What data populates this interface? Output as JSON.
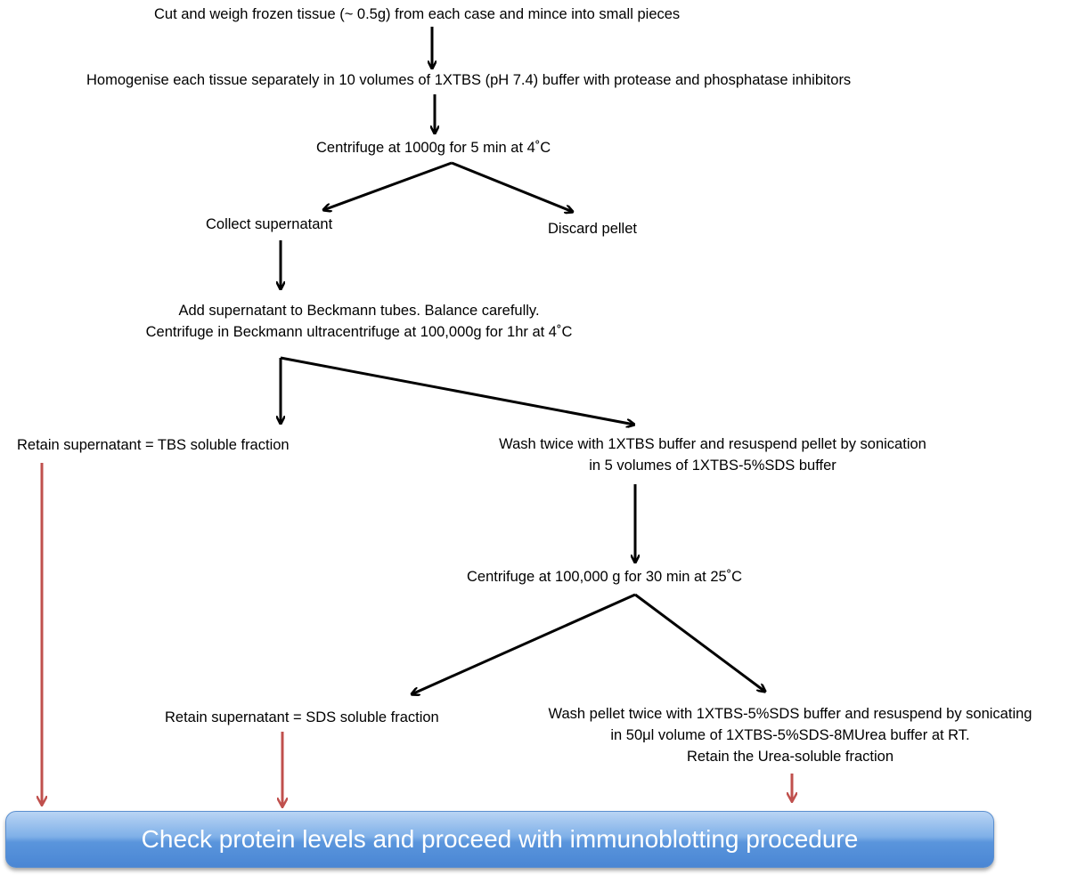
{
  "steps": {
    "cut": "Cut and weigh frozen tissue (~ 0.5g) from each case and mince into small pieces",
    "homogenise": "Homogenise each tissue separately in 10 volumes of 1XTBS (pH 7.4) buffer with protease and phosphatase inhibitors",
    "centrifuge1": "Centrifuge at 1000g for 5 min at 4˚C",
    "collect": "Collect supernatant",
    "discard": "Discard pellet",
    "beckmann": [
      "Add supernatant to Beckmann tubes. Balance carefully.",
      "Centrifuge in Beckmann ultracentrifuge at 100,000g for 1hr at 4˚C"
    ],
    "retain_tbs": "Retain supernatant = TBS soluble fraction",
    "wash1": [
      "Wash twice with 1XTBS buffer and resuspend pellet by sonication",
      "in 5 volumes of 1XTBS-5%SDS buffer"
    ],
    "centrifuge2": "Centrifuge at 100,000 g for 30 min at 25˚C",
    "retain_sds": "Retain supernatant = SDS soluble fraction",
    "wash2": [
      "Wash pellet twice with 1XTBS-5%SDS buffer and resuspend by sonicating",
      "in 50μl volume of 1XTBS-5%SDS-8MUrea buffer at RT.",
      "Retain the Urea-soluble fraction"
    ]
  },
  "final": "Check protein levels and proceed with immunoblotting procedure",
  "colors": {
    "arrow": "#000000",
    "final_arrow": "#c0504d",
    "final_bar": "#4f81bd"
  }
}
